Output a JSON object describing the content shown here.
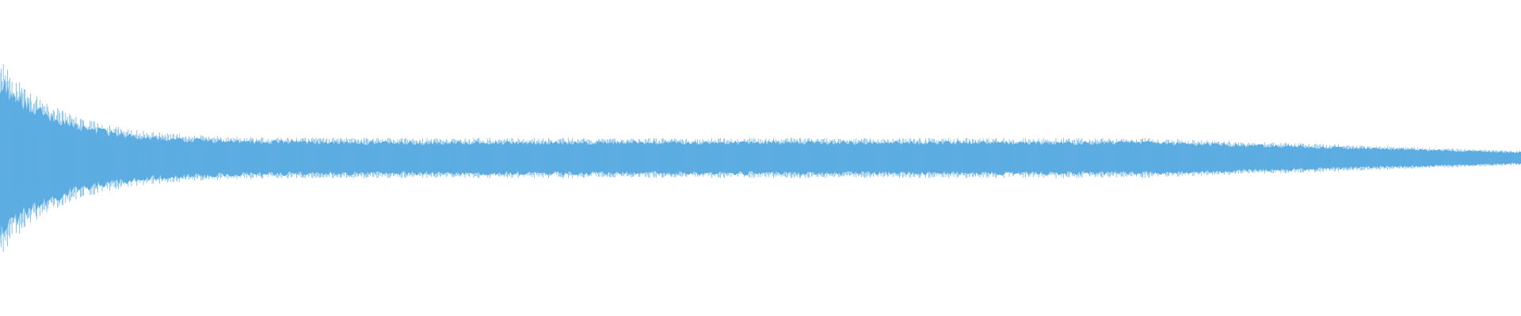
{
  "waveform": {
    "color": "#5dade2",
    "background": "#ffffff",
    "envelope": {
      "peak_amplitude": 0.27,
      "sustain_amplitude": 0.055,
      "decay_fraction": 0.08,
      "taper_fraction": 0.25,
      "end_amplitude": 0.02
    }
  }
}
